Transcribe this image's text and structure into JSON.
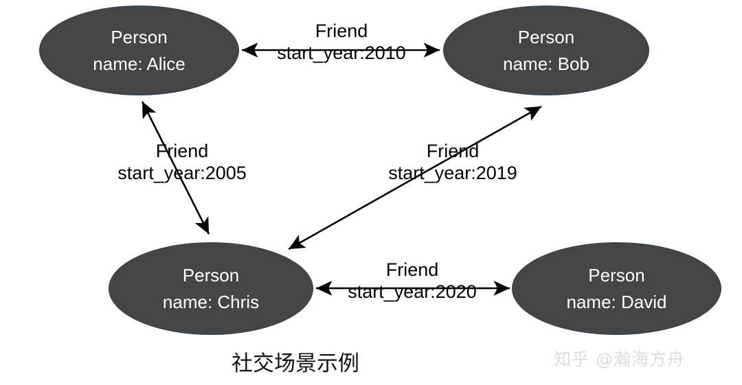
{
  "diagram": {
    "caption": "社交场景示例",
    "watermark": "知乎 @瀚海方舟",
    "colors": {
      "node_fill": "#454545",
      "node_border": "#2e4052",
      "node_text": "#ffffff",
      "edge_line": "#000000",
      "background": "#ffffff",
      "watermark_text": "#dcdcdc"
    },
    "nodes": [
      {
        "id": "alice",
        "type_label": "Person",
        "property_label": "name: Alice",
        "name_value": "Alice"
      },
      {
        "id": "bob",
        "type_label": "Person",
        "property_label": "name: Bob",
        "name_value": "Bob"
      },
      {
        "id": "chris",
        "type_label": "Person",
        "property_label": "name: Chris",
        "name_value": "Chris"
      },
      {
        "id": "david",
        "type_label": "Person",
        "property_label": "name: David",
        "name_value": "David"
      }
    ],
    "edges": [
      {
        "id": "alice-bob",
        "source": "Alice",
        "target": "Bob",
        "relation_label": "Friend",
        "property_label": "start_year:2010",
        "start_year": "2010",
        "direction": "both"
      },
      {
        "id": "alice-chris",
        "source": "Alice",
        "target": "Chris",
        "relation_label": "Friend",
        "property_label": "start_year:2005",
        "start_year": "2005",
        "direction": "both"
      },
      {
        "id": "chris-bob",
        "source": "Chris",
        "target": "Bob",
        "relation_label": "Friend",
        "property_label": "start_year:2019",
        "start_year": "2019",
        "direction": "both"
      },
      {
        "id": "chris-david",
        "source": "Chris",
        "target": "David",
        "relation_label": "Friend",
        "property_label": "start_year:2020",
        "start_year": "2020",
        "direction": "both"
      }
    ]
  }
}
